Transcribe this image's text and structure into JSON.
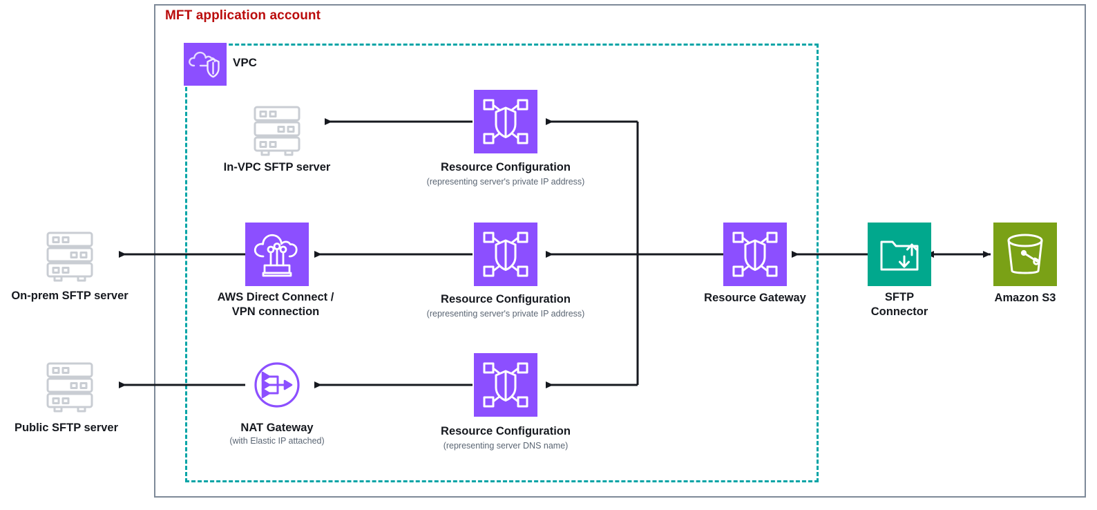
{
  "diagram": {
    "title": "MFT application account",
    "title_color": "#BA0C0C",
    "vpc_label": "VPC",
    "boundary_colors": {
      "account": "#7D8998",
      "vpc": "#00A4A6"
    },
    "palette": {
      "aws_purple": "#8C4FFF",
      "aws_teal": "#01A88D",
      "aws_green": "#7AA116",
      "gray_icon": "#C9CDD3",
      "line": "#16191F"
    }
  },
  "nodes": [
    {
      "id": "on-prem-sftp-server",
      "icon": "server-stack-icon",
      "label": "On-prem SFTP server",
      "sublabel": ""
    },
    {
      "id": "public-sftp-server",
      "icon": "server-stack-icon",
      "label": "Public SFTP server",
      "sublabel": ""
    },
    {
      "id": "in-vpc-sftp-server",
      "icon": "server-stack-icon",
      "label": "In-VPC SFTP server",
      "sublabel": ""
    },
    {
      "id": "aws-direct-connect",
      "icon": "direct-connect-icon",
      "label": "AWS Direct Connect /\nVPN connection",
      "label_line1": "AWS Direct Connect /",
      "label_line2": "VPN connection",
      "sublabel": ""
    },
    {
      "id": "nat-gateway",
      "icon": "nat-gateway-icon",
      "label": "NAT Gateway",
      "sublabel": "(with Elastic IP attached)"
    },
    {
      "id": "resource-configuration-top",
      "icon": "resource-configuration-icon",
      "label": "Resource Configuration",
      "sublabel": "(representing server's private IP address)"
    },
    {
      "id": "resource-configuration-middle",
      "icon": "resource-configuration-icon",
      "label": "Resource Configuration",
      "sublabel": "(representing server's private IP address)"
    },
    {
      "id": "resource-configuration-bottom",
      "icon": "resource-configuration-icon",
      "label": "Resource Configuration",
      "sublabel": "(representing server DNS name)"
    },
    {
      "id": "resource-gateway",
      "icon": "resource-gateway-icon",
      "label": "Resource Gateway",
      "sublabel": ""
    },
    {
      "id": "sftp-connector",
      "icon": "sftp-connector-icon",
      "label_line1": "SFTP",
      "label_line2": "Connector",
      "label": "SFTP Connector",
      "sublabel": ""
    },
    {
      "id": "amazon-s3",
      "icon": "amazon-s3-bucket-icon",
      "label": "Amazon S3",
      "sublabel": ""
    }
  ],
  "connections": [
    {
      "from": "resource-configuration-top",
      "to": "in-vpc-sftp-server",
      "direction": "left"
    },
    {
      "from": "resource-configuration-middle",
      "to": "aws-direct-connect",
      "direction": "left"
    },
    {
      "from": "aws-direct-connect",
      "to": "on-prem-sftp-server",
      "direction": "left"
    },
    {
      "from": "resource-configuration-bottom",
      "to": "nat-gateway",
      "direction": "left"
    },
    {
      "from": "nat-gateway",
      "to": "public-sftp-server",
      "direction": "left"
    },
    {
      "from": "resource-gateway",
      "to": "resource-configuration-top",
      "direction": "left"
    },
    {
      "from": "resource-gateway",
      "to": "resource-configuration-middle",
      "direction": "left"
    },
    {
      "from": "resource-gateway",
      "to": "resource-configuration-bottom",
      "direction": "left"
    },
    {
      "from": "sftp-connector",
      "to": "resource-gateway",
      "direction": "left"
    },
    {
      "from": "sftp-connector",
      "to": "amazon-s3",
      "direction": "both"
    }
  ]
}
